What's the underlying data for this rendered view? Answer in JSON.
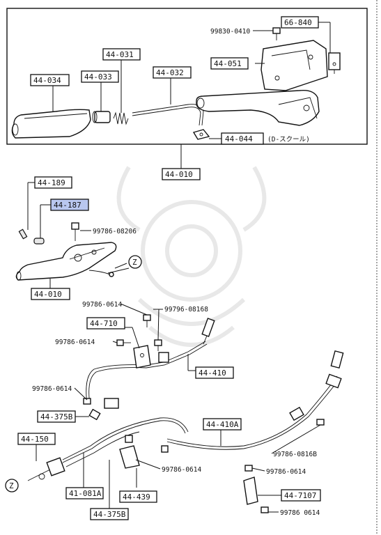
{
  "labels": {
    "p66840": "66-840",
    "p99830": "99830-0410",
    "p44031": "44-031",
    "p44051": "44-051",
    "p44034": "44-034",
    "p44033": "44-033",
    "p44032": "44-032",
    "p44044": "44-044",
    "p44044_note": "(D-スクール)",
    "p44010_top": "44-010",
    "p44189": "44-189",
    "p44187": "44-187",
    "p99786_0820": "99786-08206",
    "p44010_mid": "44-010",
    "zone_z1": "Z",
    "p99786_0614_a": "99786-0614",
    "p99796": "99796-08168",
    "p44710": "44-710",
    "p99786_0614_b": "99786-0614",
    "p44410": "44-410",
    "p99786_0614_c": "99786-0614",
    "p44375b_top": "44-375B",
    "p44410a": "44-410A",
    "p99786_0816b": "99786-0816B",
    "p44150": "44-150",
    "p99786_0614_d": "99786-0614",
    "p99786_0614_e": "99786-0614",
    "zone_z2": "Z",
    "p41081a": "41-081A",
    "p44439": "44-439",
    "p44710z": "44-7107",
    "p99786_0614_f": "99786 0614",
    "p44375b_bot": "44-375B"
  },
  "highlight_color": "#b9c7ef"
}
